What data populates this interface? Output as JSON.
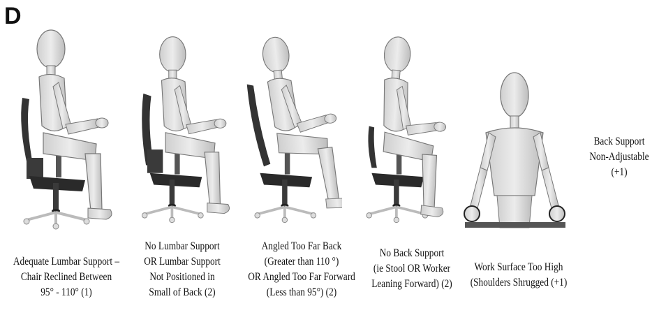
{
  "panel_letter": "D",
  "figures": [
    {
      "id": "adequate-lumbar",
      "caption": [
        "Adequate Lumbar Support –",
        "Chair Reclined Between",
        "95° - 110° (1)"
      ]
    },
    {
      "id": "no-lumbar",
      "caption": [
        "No Lumbar Support",
        "OR Lumbar Support",
        "Not Positioned in",
        "Small of Back (2)"
      ]
    },
    {
      "id": "angled",
      "caption": [
        "Angled Too Far Back",
        "(Greater than 110 °)",
        "OR Angled Too Far Forward",
        "(Less than 95°) (2)"
      ]
    },
    {
      "id": "no-back",
      "caption": [
        "No Back Support",
        "(ie Stool OR Worker",
        "Leaning Forward) (2)"
      ]
    },
    {
      "id": "work-surface",
      "caption": [
        "Work Surface Too High",
        "(Shoulders Shrugged (+1)"
      ]
    }
  ],
  "side_note": [
    "Back Support",
    "Non-Adjustable",
    "(+1)"
  ]
}
